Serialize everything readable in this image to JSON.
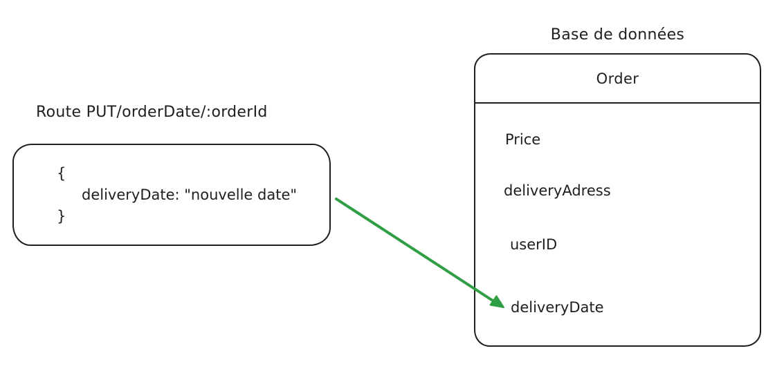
{
  "canvas": {
    "background": "#ffffff",
    "stroke_color": "#1e1e1e",
    "arrow_color": "#2f9e44"
  },
  "request": {
    "route_label": "Route PUT/orderDate/:orderId",
    "body": {
      "open_brace": "{",
      "line": "deliveryDate: \"nouvelle date\"",
      "close_brace": "}"
    }
  },
  "database": {
    "title": "Base de données",
    "entity_name": "Order",
    "fields": [
      "Price",
      "deliveryAdress",
      "userID",
      "deliveryDate"
    ]
  }
}
